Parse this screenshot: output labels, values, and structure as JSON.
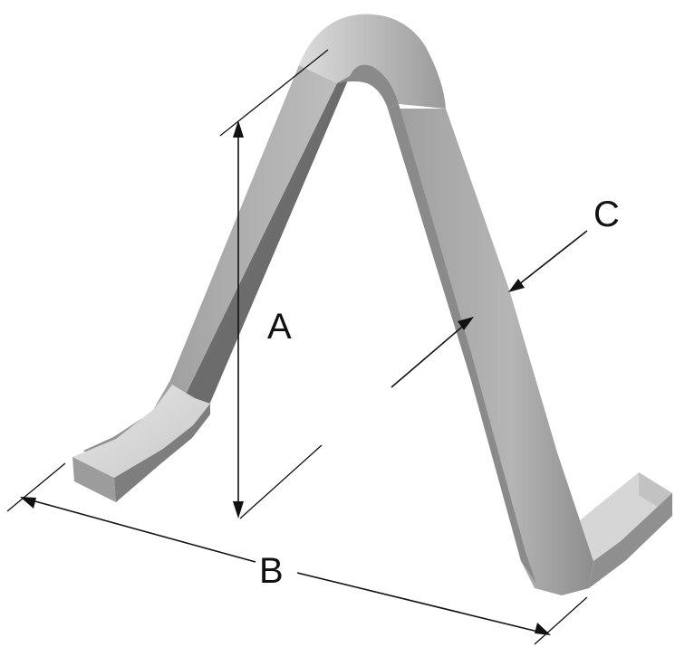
{
  "figure": {
    "subject": "bent-metal-spring-clip",
    "labels": {
      "height": "A",
      "span": "B",
      "thickness": "C"
    },
    "colors": {
      "background": "#ffffff",
      "metal_light": "#d9d9d9",
      "metal_mid": "#a8a8a8",
      "metal_dark": "#6e6e6e",
      "line": "#111111"
    }
  }
}
